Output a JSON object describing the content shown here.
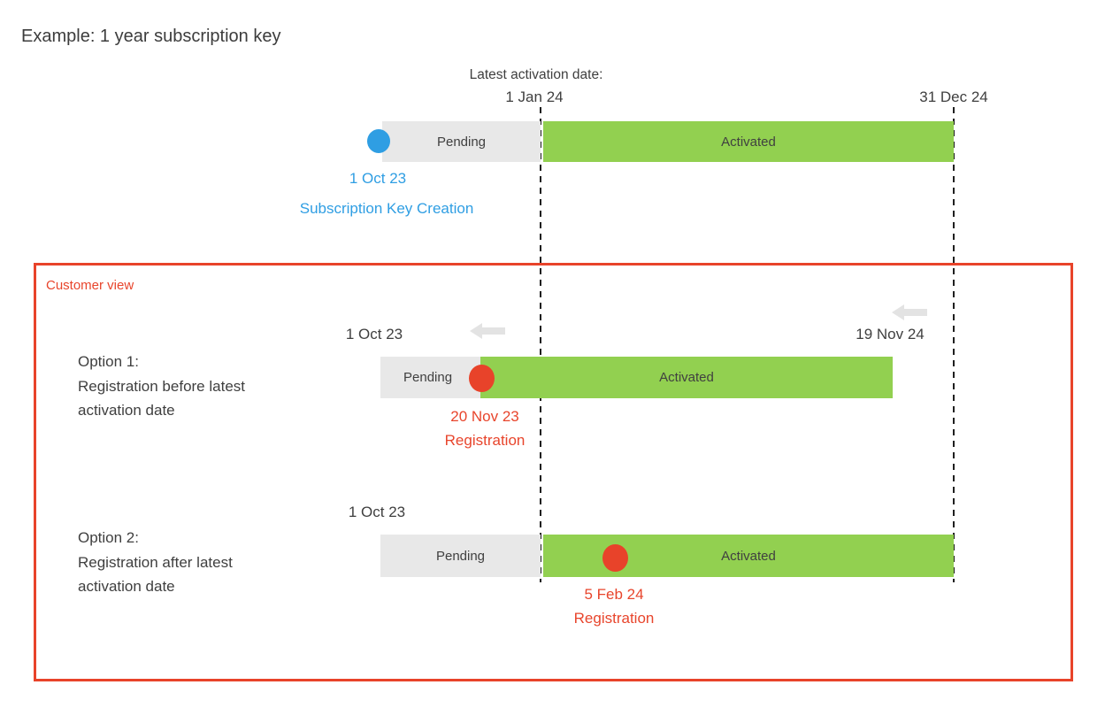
{
  "title": "Example: 1 year subscription key",
  "colors": {
    "blue": "#2f9ee3",
    "green": "#92d050",
    "pending_gray": "#e8e8e8",
    "red": "#e8432a"
  },
  "axis": {
    "latest_activation_label": "Latest activation date:",
    "latest_activation_date": "1 Jan 24",
    "end_date": "31 Dec 24"
  },
  "vendor_timeline": {
    "pending_label": "Pending",
    "activated_label": "Activated",
    "creation_date": "1 Oct 23",
    "creation_label": "Subscription Key Creation"
  },
  "customer_view": {
    "label": "Customer view",
    "option1": {
      "name": "Option 1:",
      "description_line1": "Registration before latest",
      "description_line2": "activation date",
      "start_date": "1 Oct 23",
      "end_date": "19 Nov 24",
      "pending_label": "Pending",
      "activated_label": "Activated",
      "registration_date": "20 Nov 23",
      "registration_label": "Registration"
    },
    "option2": {
      "name": "Option 2:",
      "description_line1": "Registration after latest",
      "description_line2": "activation date",
      "start_date": "1 Oct 23",
      "pending_label": "Pending",
      "activated_label": "Activated",
      "registration_date": "5 Feb 24",
      "registration_label": "Registration"
    }
  }
}
